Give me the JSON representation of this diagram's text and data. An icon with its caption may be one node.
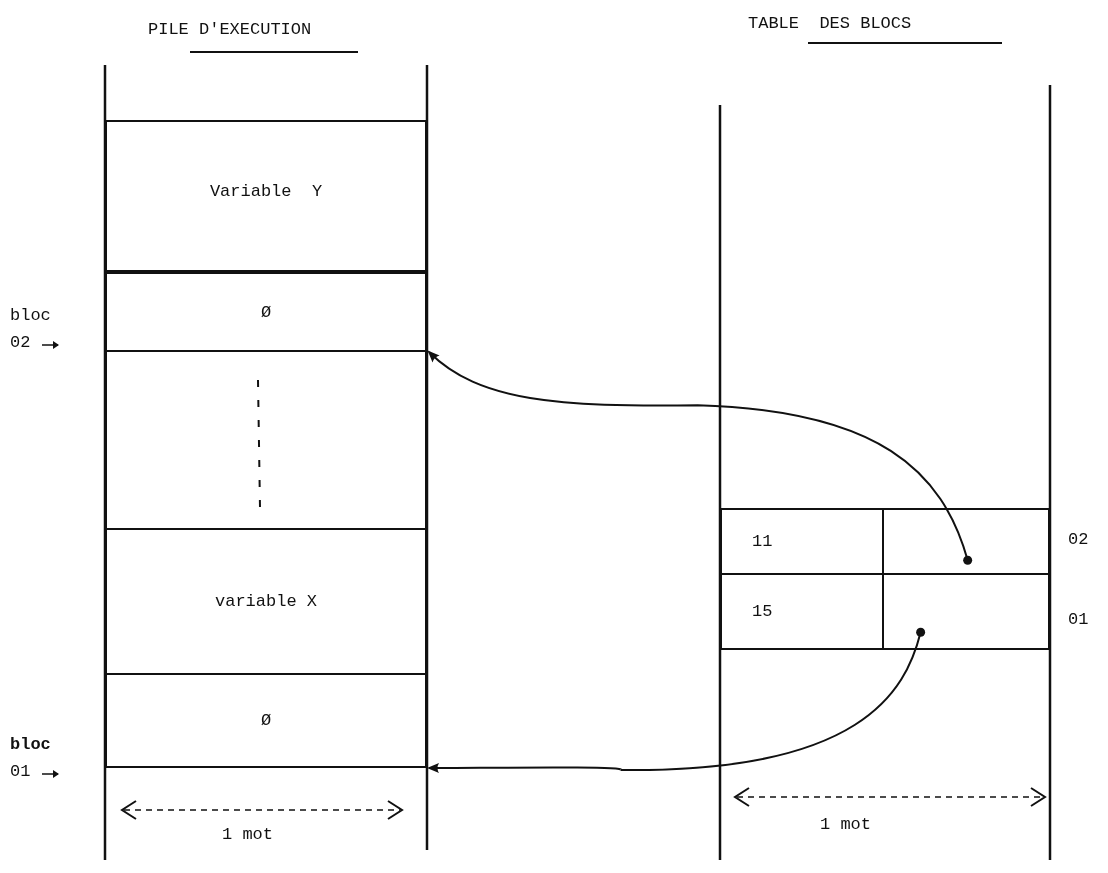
{
  "diagram": {
    "nodes": [
      {
        "text": [
          "Variable  Y"
        ]
      },
      {
        "text": [
          "Ø"
        ]
      },
      {
        "text": [],
        "shape": "box"
      },
      {
        "text": [
          "variable X"
        ]
      },
      {
        "text": [
          "Ø"
        ]
      },
      {
        "text": [
          "11"
        ]
      },
      {
        "text": [],
        "shape": "box"
      },
      {
        "text": [
          "15"
        ]
      },
      {
        "text": [],
        "shape": "box"
      }
    ],
    "edges": [
      {
        "from": 6,
        "to": 2,
        "arrow": "to"
      },
      {
        "from": 8,
        "to": 4,
        "arrow": "to"
      }
    ],
    "labels": [
      "PILE D'EXECUTION",
      "TABLE  DES BLOCS",
      "bloc",
      "02",
      "bloc",
      "01",
      "02",
      "01",
      "1 mot",
      "1 mot"
    ]
  }
}
